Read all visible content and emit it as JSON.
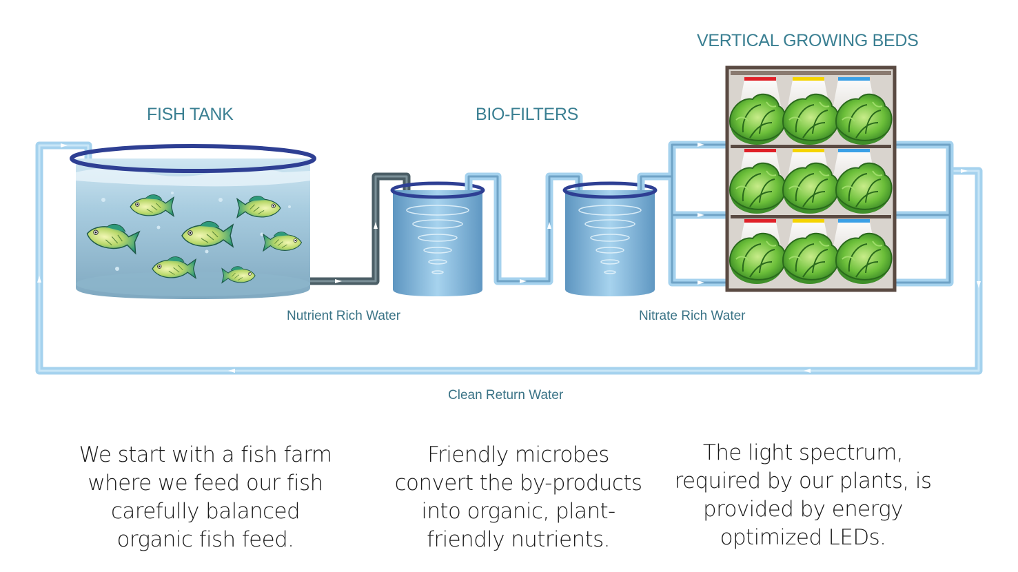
{
  "stages": {
    "fish_tank": "FISH TANK",
    "bio_filters": "BIO-FILTERS",
    "growing_beds": "VERTICAL GROWING BEDS"
  },
  "flows": {
    "nutrient": "Nutrient Rich Water",
    "nitrate": "Nitrate Rich Water",
    "return": "Clean Return Water"
  },
  "captions": {
    "fish": "We start with a fish farm where we feed our fish carefully balanced organic fish feed.",
    "filters": "Friendly microbes convert the by-products into organic, plant-friendly nutrients.",
    "leds": "The light spectrum, required by our plants, is provided by energy optimized LEDs."
  },
  "colors": {
    "pipe_light": "#a5d2ee",
    "pipe_dark": "#4b5e66",
    "tank_rim": "#2e3f93",
    "water": "#9fc7dc",
    "title": "#3a7f92",
    "led_red": "#e02028",
    "led_yellow": "#f5d400",
    "led_blue": "#3aa0e6",
    "lettuce": "#6cbf3a"
  },
  "icons": [
    "fish-icon",
    "lettuce-icon",
    "led-light-icon",
    "flow-arrow-icon"
  ]
}
